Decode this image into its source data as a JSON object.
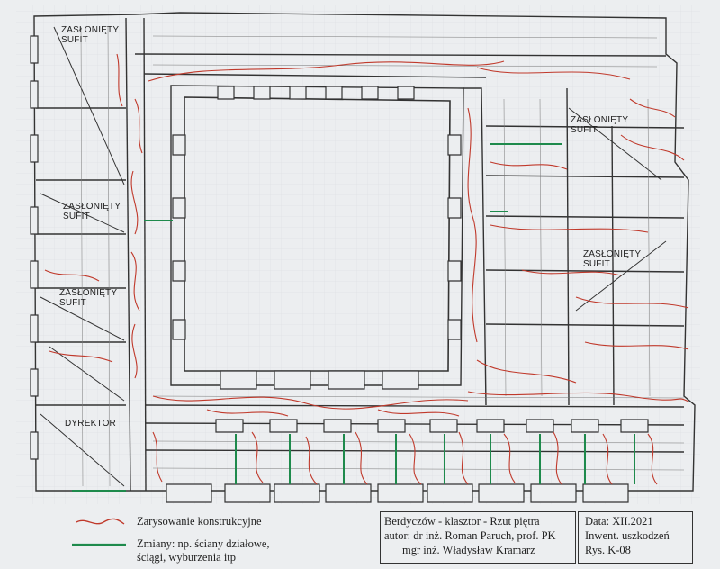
{
  "rooms": {
    "r1": {
      "line1": "ZASŁONIĘTY",
      "line2": "SUFIT"
    },
    "r2": {
      "line1": "ZASŁONIĘTY",
      "line2": "SUFIT"
    },
    "r3": {
      "line1": "ZASŁONIĘTY",
      "line2": "SUFIT"
    },
    "r4": {
      "line1": "ZASŁONIĘTY",
      "line2": "SUFIT"
    },
    "r5": {
      "line1": "ZASŁONIĘTY",
      "line2": "SUFIT"
    },
    "director": "DYREKTOR"
  },
  "legend": {
    "crack_label": "Zarysowanie konstrukcyjne",
    "changes_line1": "Zmiany: np. ściany działowe,",
    "changes_line2": "ściągi, wyburzenia itp",
    "crack_color": "#c0392b",
    "changes_color": "#1e8a4c"
  },
  "title_block": {
    "title": "Berdyczów - klasztor - Rzut piętra",
    "author1": "autor: dr inż. Roman Paruch, prof. PK",
    "author2": "mgr inż. Władysław Kramarz",
    "date": "Data: XII.2021",
    "inventory": "Inwent. uszkodzeń",
    "sheet": "Rys. K-08"
  }
}
